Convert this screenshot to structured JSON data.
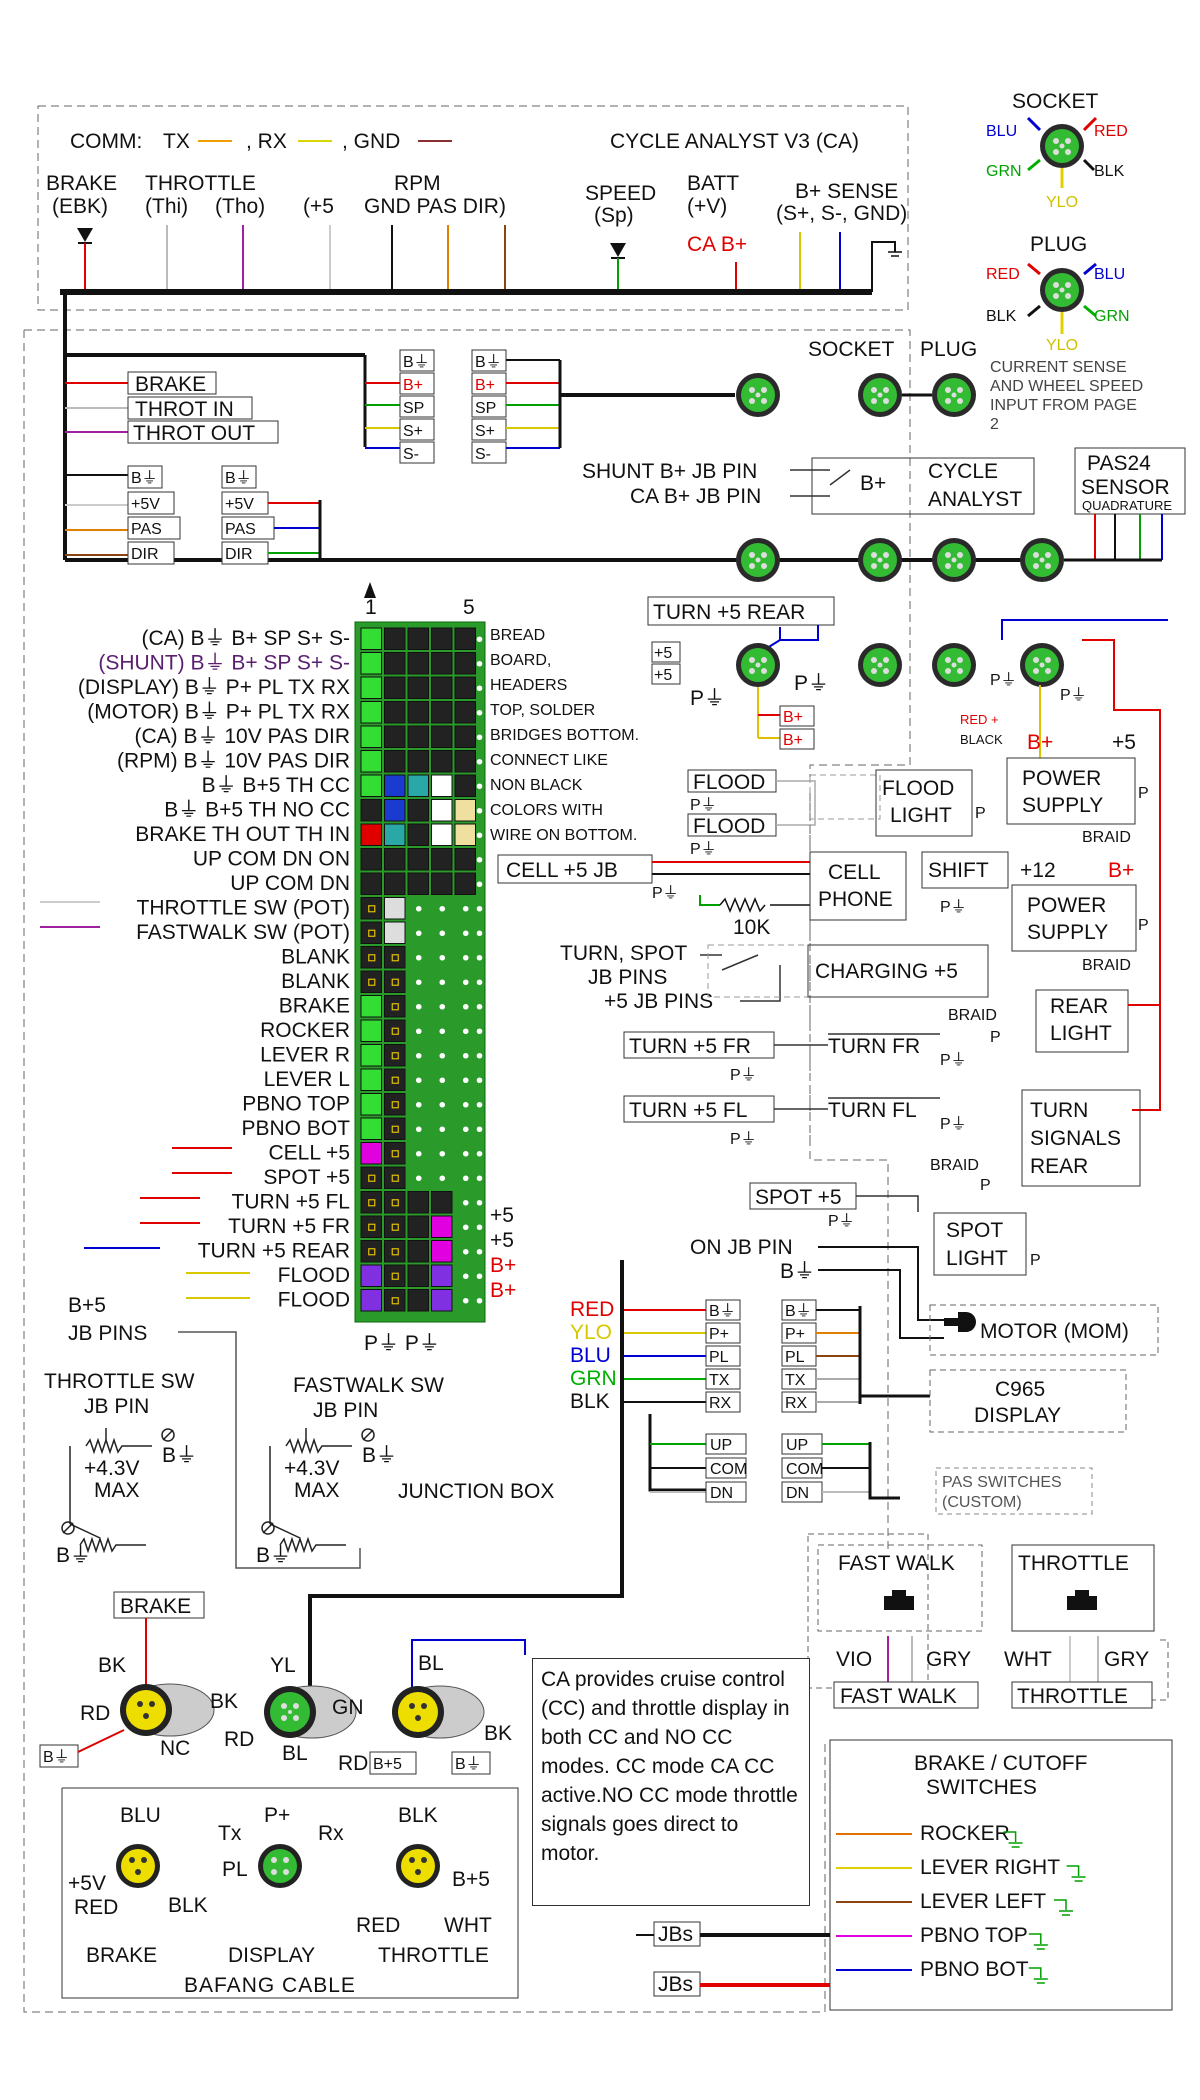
{
  "comm": {
    "title": "COMM:",
    "tx": "TX",
    "rx": ", RX",
    "gnd": ", GND",
    "ca_title": "CYCLE ANALYST V3 (CA)"
  },
  "ca_pins": {
    "brake": "BRAKE",
    "ebk": "(EBK)",
    "throttle": "THROTTLE",
    "thi": "(Thi)",
    "tho": "(Tho)",
    "rpm": "RPM",
    "p5": "(+5",
    "gnd_pas_dir": "GND PAS DIR)",
    "speed": "SPEED",
    "sp": "(Sp)",
    "batt": "BATT",
    "v": "(+V)",
    "cab": "CA B+",
    "bsense": "B+ SENSE",
    "bsense2": "(S+, S-, GND)"
  },
  "connectors": {
    "socket": "SOCKET",
    "plug": "PLUG",
    "blu": "BLU",
    "red": "RED",
    "grn": "GRN",
    "blk": "BLK",
    "ylo": "YLO",
    "current_note": [
      "CURRENT SENSE",
      "AND WHEEL SPEED",
      "INPUT FROM PAGE",
      "2"
    ]
  },
  "boxes": {
    "brake": "BRAKE",
    "throt_in": "THROT IN",
    "throt_out": "THROT OUT",
    "bgnd": "B⏚",
    "bplus": "B+",
    "sp": "SP",
    "splus": "S+",
    "sminus": "S-",
    "p5v": "+5V",
    "pas": "PAS",
    "dir": "DIR"
  },
  "shunt": {
    "shunt_b": "SHUNT B+ JB PIN",
    "ca_b": "CA B+ JB PIN",
    "bplus": "B+",
    "ca1": "CYCLE",
    "ca2": "ANALYST"
  },
  "pas24": {
    "l1": "PAS24",
    "l2": "SENSOR",
    "l3": "QUADRATURE"
  },
  "board_header": {
    "one": "1",
    "five": "5"
  },
  "board_rows": [
    "(CA) B⏚ B+ SP S+ S-",
    "(SHUNT) B⏚ B+ SP S+ S-",
    "(DISPLAY) B⏚ P+ PL TX RX",
    "(MOTOR) B⏚ P+ PL TX RX",
    "(CA) B⏚ 10V PAS DIR",
    "(RPM) B⏚ 10V PAS DIR",
    "B⏚ B+5 TH CC",
    "B⏚ B+5 TH NO CC",
    "BRAKE TH OUT TH IN",
    "UP COM DN ON",
    "UP COM DN",
    "THROTTLE SW (POT)",
    "FASTWALK SW (POT)",
    "BLANK",
    "BLANK",
    "BRAKE",
    "ROCKER",
    "LEVER R",
    "LEVER L",
    "PBNO TOP",
    "PBNO BOT",
    "CELL +5",
    "SPOT +5",
    "TURN +5 FL",
    "TURN +5 FR",
    "TURN +5 REAR",
    "FLOOD",
    "FLOOD"
  ],
  "board_note": [
    "BREAD",
    "BOARD,",
    "HEADERS",
    "TOP, SOLDER",
    "BRIDGES BOTTOM.",
    "CONNECT LIKE",
    "NON BLACK",
    "COLORS WITH",
    "WIRE ON BOTTOM."
  ],
  "board_right": [
    "+5",
    "+5",
    "B+",
    "B+"
  ],
  "board_bottom": "P⏚ P⏚",
  "right_items": {
    "turn_rear": "TURN +5 REAR",
    "p5": "+5",
    "pgnd": "P⏚",
    "bp": "B+",
    "flood": "FLOOD",
    "flood_light1": "FLOOD",
    "flood_light2": "LIGHT",
    "p": "P",
    "red_black1": "RED +",
    "red_black2": "BLACK",
    "ps1": "POWER",
    "ps2": "SUPPLY",
    "braid": "BRAID",
    "cell_jb": "CELL +5 JB",
    "cell1": "CELL",
    "cell2": "PHONE",
    "k10": "10K",
    "shift": "SHIFT",
    "p12": "+12",
    "turn_spot1": "TURN, SPOT",
    "turn_spot2": "JB PINS",
    "turn_spot3": "+5 JB PINS",
    "charging": "CHARGING +5",
    "rear1": "REAR",
    "rear2": "LIGHT",
    "turn_fr": "TURN +5 FR",
    "turn_fr2": "TURN FR",
    "turn_fl": "TURN +5 FL",
    "turn_fl2": "TURN FL",
    "ts1": "TURN",
    "ts2": "SIGNALS",
    "ts3": "REAR",
    "spot": "SPOT +5",
    "spot1": "SPOT",
    "spot2": "LIGHT",
    "on_jb": "ON JB PIN",
    "bgnd": "B⏚",
    "motor": "MOTOR (MOM)"
  },
  "motor_conn": {
    "colors": [
      "RED",
      "YLO",
      "BLU",
      "GRN",
      "BLK"
    ],
    "colors_hex": [
      "#e00000",
      "#d8c800",
      "#0000d0",
      "#00b000",
      "#111111"
    ],
    "pins": [
      "B⏚",
      "P+",
      "PL",
      "TX",
      "RX"
    ],
    "display1": "C965",
    "display2": "DISPLAY",
    "sw": [
      "UP",
      "COM",
      "DN"
    ],
    "pas1": "PAS SWITCHES",
    "pas2": "(CUSTOM)"
  },
  "left_bottom": {
    "b5": "B+5",
    "jbpins": "JB PINS",
    "thr1": "THROTTLE SW",
    "thr2": "JB PIN",
    "fw1": "FASTWALK SW",
    "fw2": "JB PIN",
    "v43": "+4.3V",
    "max": "MAX",
    "bgnd": "B⏚",
    "jbox": "JUNCTION BOX"
  },
  "switches": {
    "fast": "FAST WALK",
    "throttle": "THROTTLE",
    "vio": "VIO",
    "gry": "GRY",
    "wht": "WHT"
  },
  "bafang": {
    "brake": "BRAKE",
    "bk": "BK",
    "rd": "RD",
    "nc": "NC",
    "yl": "YL",
    "gn": "GN",
    "bl": "BL",
    "bplus5": "B+5",
    "blu": "BLU",
    "p5v": "+5V",
    "red": "RED",
    "blk": "BLK",
    "tx": "Tx",
    "pplus": "P+",
    "rx": "Rx",
    "pl": "PL",
    "b5": "B+5",
    "wht": "WHT",
    "lbl_brake": "BRAKE",
    "lbl_display": "DISPLAY",
    "lbl_throttle": "THROTTLE",
    "cable": "BAFANG CABLE"
  },
  "note": "CA provides cruise control (CC) and throttle display in both CC and NO CC modes.  CC mode CA CC active.NO CC mode throttle signals goes direct to motor.",
  "cutoff": {
    "title1": "BRAKE / CUTOFF",
    "title2": "SWITCHES",
    "items": [
      "ROCKER",
      "LEVER RIGHT",
      "LEVER LEFT",
      "PBNO TOP",
      "PBNO BOT"
    ],
    "colors": [
      "#e07000",
      "#e0d000",
      "#8b4513",
      "#e000e0",
      "#0000d0"
    ],
    "jbs": "JBs"
  }
}
